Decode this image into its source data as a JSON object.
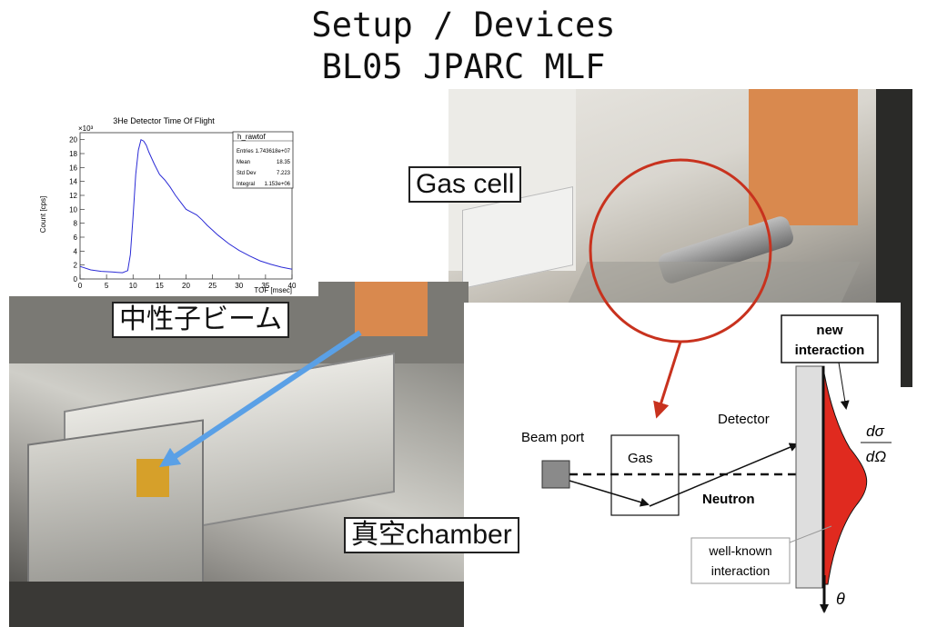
{
  "slide": {
    "title_line1": "Setup / Devices",
    "title_line2": "BL05 JPARC MLF"
  },
  "labels": {
    "gas_cell": "Gas cell",
    "neutron_beam": "中性子ビーム",
    "vacuum_chamber": "真空chamber"
  },
  "histogram": {
    "title": "3He Detector Time Of Flight",
    "ylabel": "Count [cps]",
    "xlabel": "TOF [msec]",
    "exponent": "×10³",
    "stats": {
      "name": "h_rawtof",
      "rows": [
        {
          "key": "Entries",
          "value": "1.743618e+07"
        },
        {
          "key": "Mean",
          "value": "18.35"
        },
        {
          "key": "Std Dev",
          "value": "7.223"
        },
        {
          "key": "Integral",
          "value": "1.153e+06"
        }
      ]
    },
    "color": "#2b2bd6"
  },
  "chart_data": {
    "type": "line",
    "title": "3He Detector Time Of Flight",
    "xlabel": "TOF [msec]",
    "ylabel": "Count [cps]",
    "xlim": [
      0,
      40
    ],
    "ylim": [
      0,
      21
    ],
    "y_scale_label": "×10³",
    "xticks": [
      0,
      5,
      10,
      15,
      20,
      25,
      30,
      35,
      40
    ],
    "yticks": [
      0,
      2,
      4,
      6,
      8,
      10,
      12,
      14,
      16,
      18,
      20
    ],
    "series": [
      {
        "x": [
          0,
          2,
          4,
          6,
          8,
          9,
          9.5,
          10,
          10.5,
          11,
          11.5,
          12,
          12.5,
          13,
          14,
          15,
          16,
          17,
          18,
          19,
          20,
          21,
          22,
          23,
          24,
          25,
          26,
          28,
          30,
          32,
          34,
          36,
          38,
          40
        ],
        "y": [
          1.8,
          1.3,
          1.1,
          1.0,
          0.9,
          1.2,
          3.5,
          9,
          15,
          18.5,
          20.0,
          19.8,
          19.2,
          18.2,
          16.5,
          15.0,
          14.2,
          13.2,
          12.0,
          11.0,
          10.0,
          9.6,
          9.2,
          8.5,
          7.7,
          7.0,
          6.3,
          5.1,
          4.1,
          3.3,
          2.6,
          2.1,
          1.7,
          1.4
        ]
      }
    ]
  },
  "diagram": {
    "beam_port": "Beam port",
    "gas": "Gas",
    "detector": "Detector",
    "neutron": "Neutron",
    "new_interaction_line1": "new",
    "new_interaction_line2": "interaction",
    "well_known_line1": "well-known",
    "well_known_line2": "interaction",
    "dsigma_top": "dσ",
    "dsigma_bottom": "dΩ",
    "theta": "θ",
    "curve_color": "#e02a1f"
  },
  "colors": {
    "callout_red": "#c8321e",
    "beam_arrow_blue": "#5aa0e6"
  }
}
